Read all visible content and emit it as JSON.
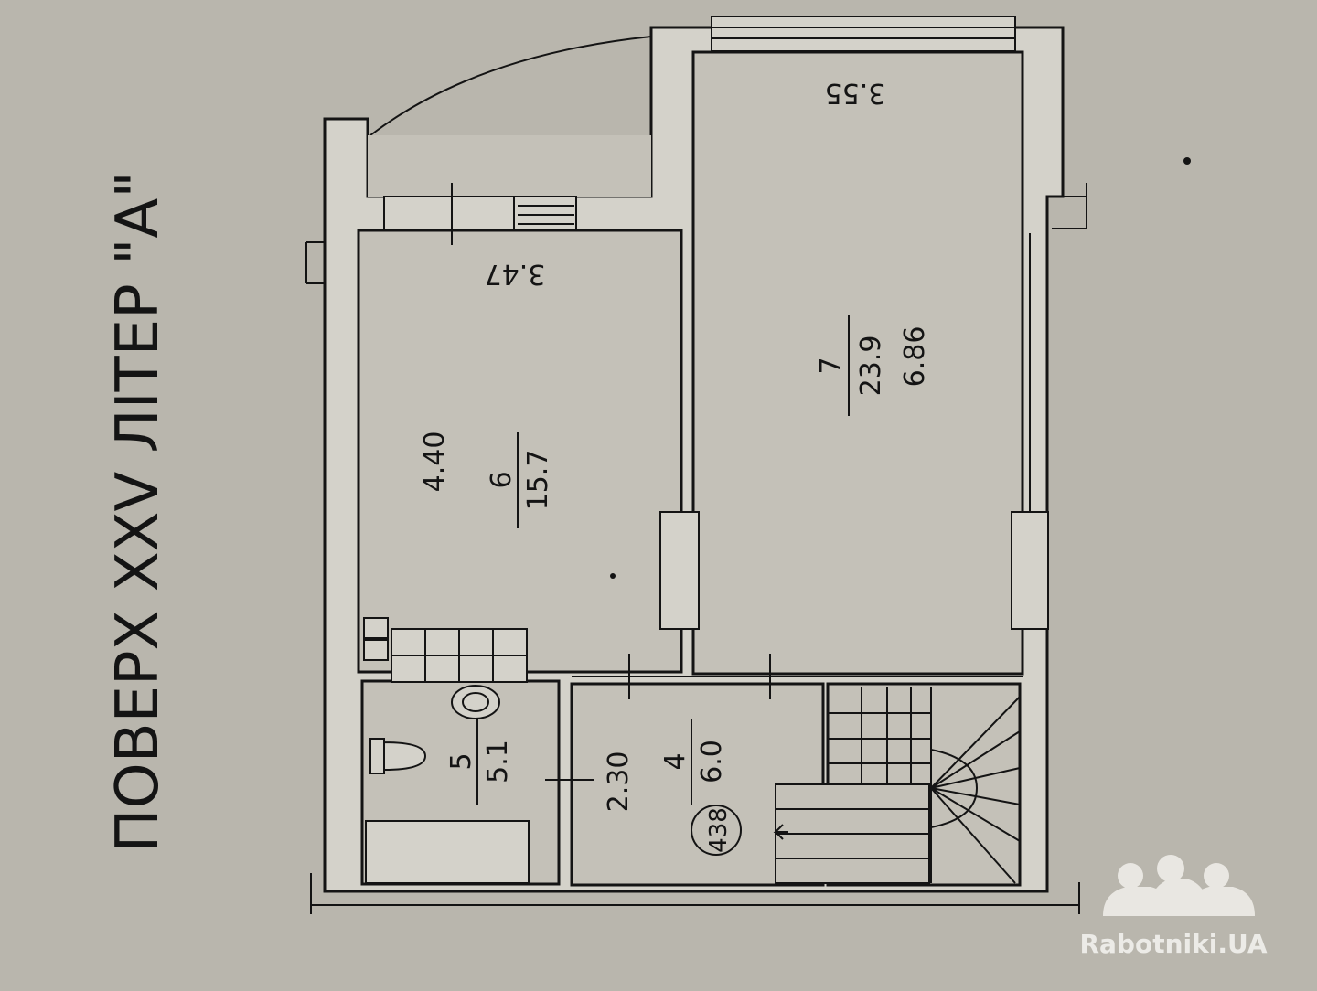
{
  "heading": "ПОВЕРХ  XXV  ЛІТЕР  \"А\"",
  "dims": {
    "top_room": "3.55",
    "room6_short": "3.47",
    "room6_long": "4.40",
    "room7_long": "6.86",
    "hall_width": "2.30"
  },
  "rooms": [
    {
      "number": "7",
      "area": "23.9"
    },
    {
      "number": "6",
      "area": "15.7"
    },
    {
      "number": "4",
      "area": "6.0"
    },
    {
      "number": "5",
      "area": "5.1"
    }
  ],
  "apartment_number": "438",
  "watermark": "Rabotniki.UA",
  "colors": {
    "paper": "#c4c1b8",
    "ink": "#141414",
    "wall_fill": "#d4d2ca"
  }
}
